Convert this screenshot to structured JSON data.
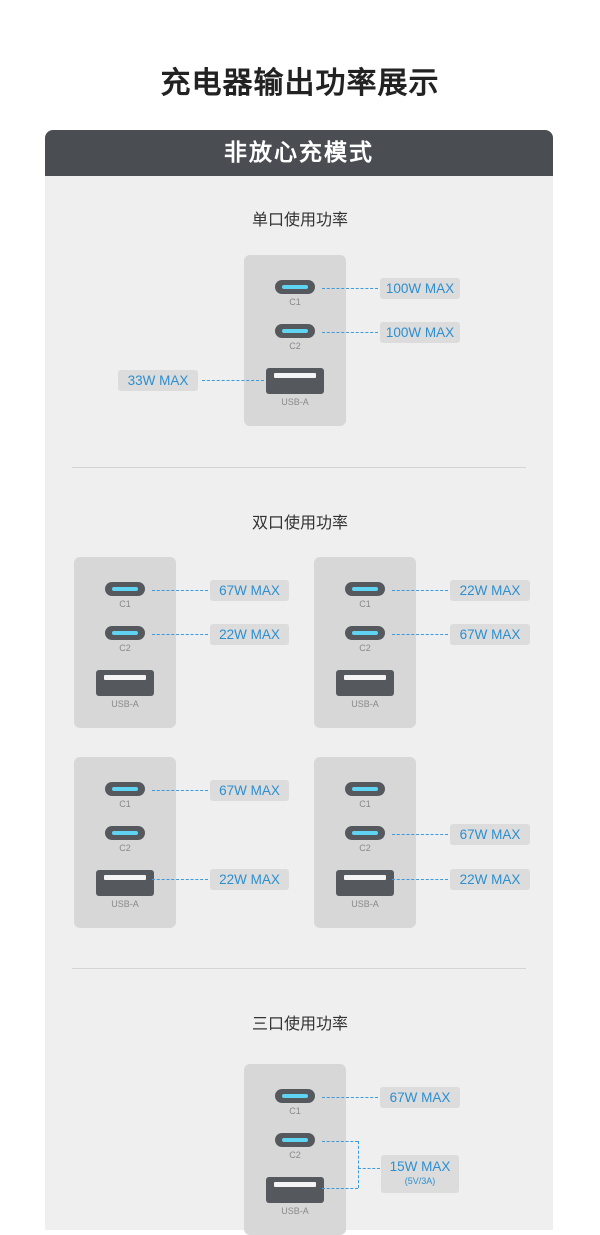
{
  "page": {
    "title": "充电器输出功率展示"
  },
  "panel": {
    "title": "非放心充模式"
  },
  "sections": {
    "single": {
      "title": "单口使用功率"
    },
    "dual": {
      "title": "双口使用功率"
    },
    "triple": {
      "title": "三口使用功率"
    }
  },
  "ports": {
    "c1": "C1",
    "c2": "C2",
    "a": "USB-A"
  },
  "single": {
    "c1": "100W MAX",
    "c2": "100W MAX",
    "a": "33W MAX"
  },
  "dual": [
    {
      "c1": "67W MAX",
      "c2": "22W MAX"
    },
    {
      "c1": "22W MAX",
      "c2": "67W MAX"
    },
    {
      "c1": "67W MAX",
      "a": "22W MAX"
    },
    {
      "c2": "67W MAX",
      "a": "22W MAX"
    }
  ],
  "triple": {
    "c1": "67W MAX",
    "c2a": "15W MAX",
    "c2a_sub": "(5V/3A)"
  },
  "colors": {
    "accent": "#2c8fd0",
    "panel_header": "#4a4d52",
    "port_glow": "#5fd4f2"
  }
}
